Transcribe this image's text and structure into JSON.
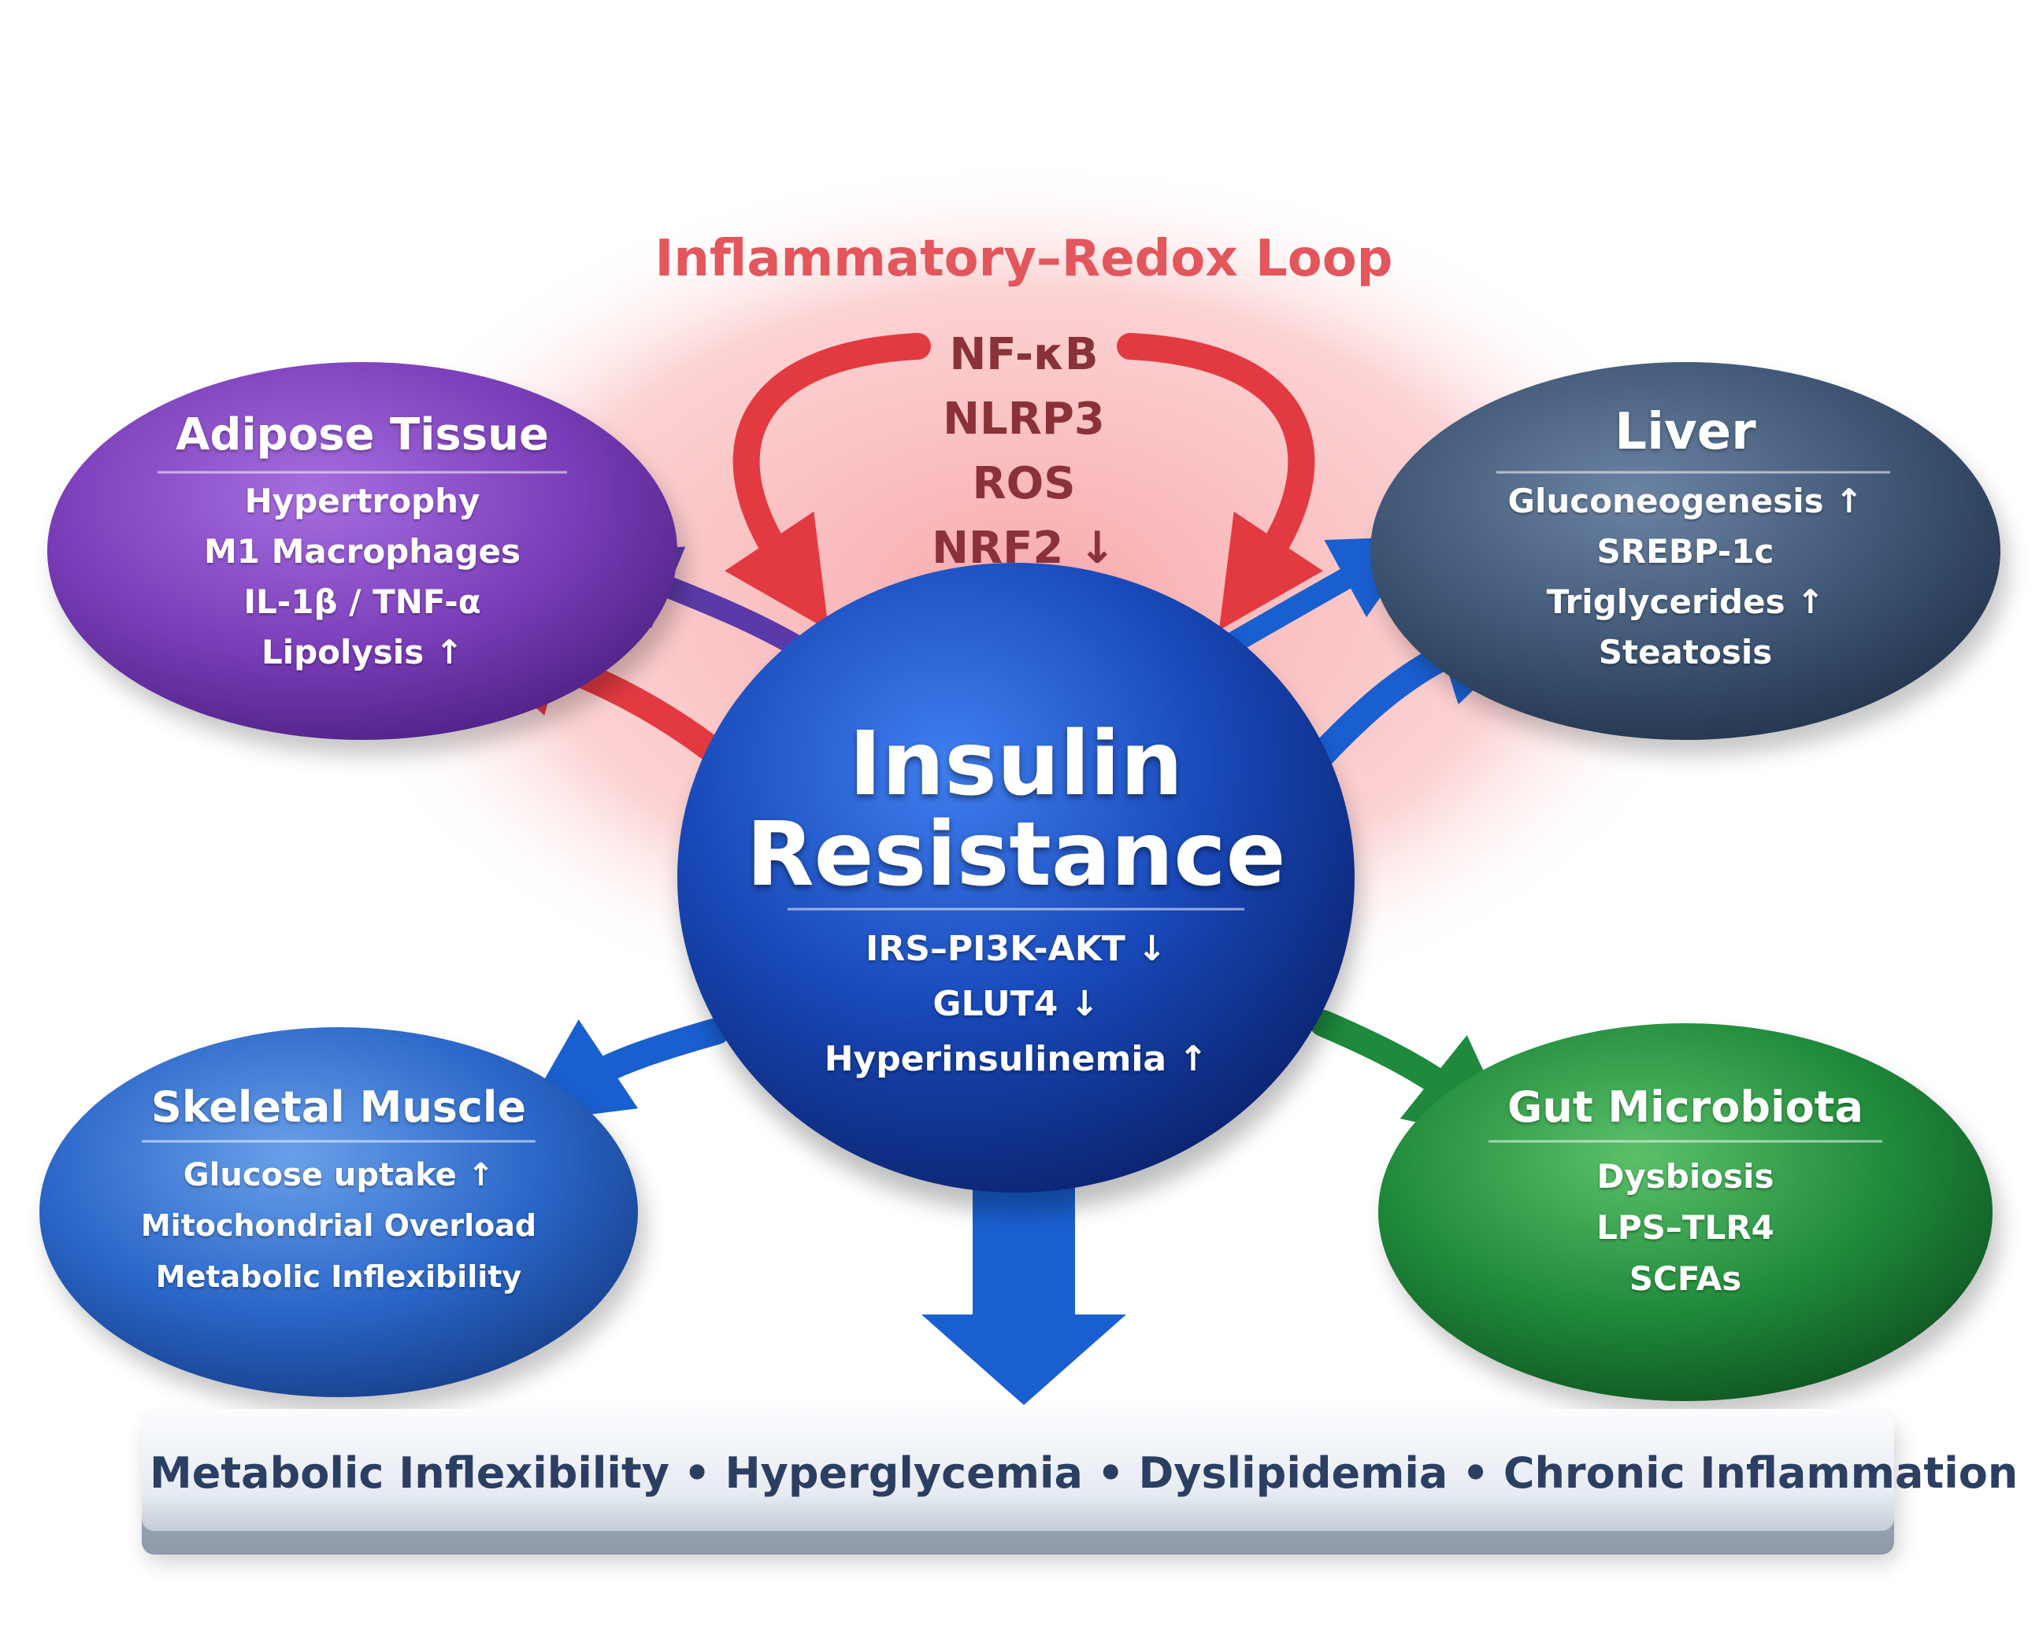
{
  "colors": {
    "loop_red": "#e8444a",
    "adipose_purple": "#7a3db8",
    "liver_slate": "#3e5574",
    "center_blue": "#1848b8",
    "muscle_blue": "#2a66c8",
    "gut_green": "#1f8a3a",
    "bar_text": "#2b3f63"
  },
  "loop": {
    "title": "Inflammatory–Redox Loop",
    "items": [
      "NF-κB",
      "NLRP3",
      "ROS",
      "NRF2"
    ],
    "nrf2_arrow": "↓"
  },
  "adipose": {
    "title": "Adipose Tissue",
    "items": [
      "Hypertrophy",
      "M1 Macrophages",
      "IL-1β / TNF-α",
      "Lipolysis"
    ],
    "lipolysis_arrow": "↑"
  },
  "liver": {
    "title": "Liver",
    "items": [
      "Gluconeogenesis",
      "SREBP-1c",
      "Triglycerides",
      "Steatosis"
    ],
    "gluconeogenesis_arrow": "↑",
    "triglycerides_arrow": "↑"
  },
  "center": {
    "title_line1": "Insulin",
    "title_line2": "Resistance",
    "items": [
      "IRS–PI3K-AKT",
      "GLUT4",
      "Hyperinsulinemia"
    ],
    "irs_arrow": "↓",
    "glut4_arrow": "↓",
    "hyper_arrow": "↑"
  },
  "muscle": {
    "title": "Skeletal Muscle",
    "items": [
      "Glucose uptake",
      "Mitochondrial Overload",
      "Metabolic Inflexibility"
    ],
    "glucose_arrow": "↑"
  },
  "gut": {
    "title": "Gut Microbiota",
    "items": [
      "Dysbiosis",
      "LPS–TLR4",
      "SCFAs"
    ]
  },
  "outcomes": {
    "items": [
      "Metabolic Inflexibility",
      "Hyperglycemia",
      "Dyslipidemia",
      "Chronic Inflammation"
    ],
    "separator": "•"
  }
}
